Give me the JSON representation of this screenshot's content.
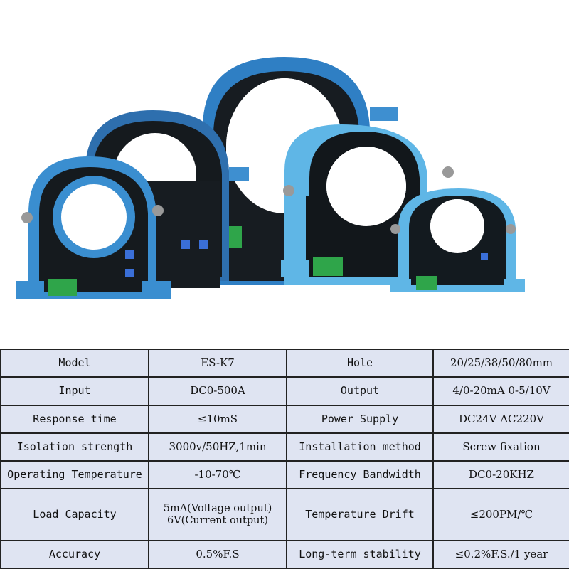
{
  "product_image": {
    "description_icon": "current-sensor-photo",
    "colors": {
      "housing_blue": "#3e8fd0",
      "light_blue": "#5fb6e6",
      "core_black": "#151a1e",
      "terminal_green": "#2fa54a"
    }
  },
  "spec_table": {
    "rows": [
      {
        "label1": "Model",
        "value1": "ES-K7",
        "label2": "Hole",
        "value2": "20/25/38/50/80mm"
      },
      {
        "label1": "Input",
        "value1": "DC0-500A",
        "label2": "Output",
        "value2": "4/0-20mA 0-5/10V"
      },
      {
        "label1": "Response time",
        "value1": "≤10mS",
        "label2": "Power Supply",
        "value2": "DC24V AC220V"
      },
      {
        "label1": "Isolation strength",
        "value1": "3000v/50HZ,1min",
        "label2": "Installation method",
        "value2": "Screw fixation"
      },
      {
        "label1": "Operating Temperature",
        "value1": "-10-70℃",
        "label2": "Frequency Bandwidth",
        "value2": "DC0-20KHZ"
      },
      {
        "label1": "Load Capacity",
        "value1_line1": "5mA(Voltage output)",
        "value1_line2": "6V(Current output)",
        "label2": "Temperature Drift",
        "value2": "≤200PM/℃"
      },
      {
        "label1": "Accuracy",
        "value1": "0.5%F.S",
        "label2": "Long-term stability",
        "value2": "≤0.2%F.S./1 year"
      }
    ]
  }
}
